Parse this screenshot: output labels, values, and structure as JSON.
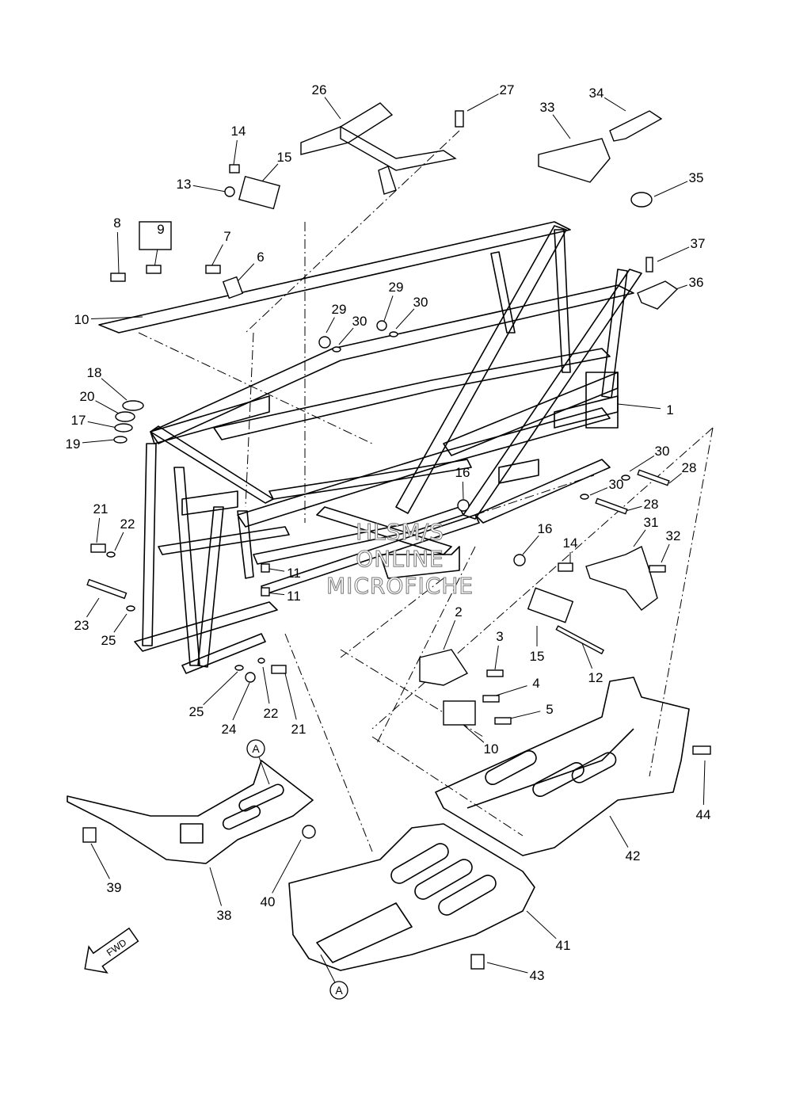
{
  "diagram": {
    "part_numbers": [
      "1",
      "2",
      "3",
      "4",
      "5",
      "6",
      "7",
      "8",
      "9",
      "10",
      "10",
      "11",
      "11",
      "12",
      "13",
      "14",
      "14",
      "15",
      "15",
      "16",
      "16",
      "17",
      "18",
      "19",
      "20",
      "21",
      "21",
      "22",
      "22",
      "23",
      "24",
      "25",
      "25",
      "26",
      "27",
      "28",
      "28",
      "29",
      "29",
      "30",
      "30",
      "30",
      "30",
      "31",
      "32",
      "33",
      "34",
      "35",
      "36",
      "37",
      "38",
      "39",
      "40",
      "41",
      "42",
      "43",
      "44"
    ],
    "reference_marker": "A",
    "direction_arrow_label": "FWD",
    "watermark_lines": [
      "HLSM/S",
      "ONLINE",
      "MICROFICHE"
    ]
  }
}
